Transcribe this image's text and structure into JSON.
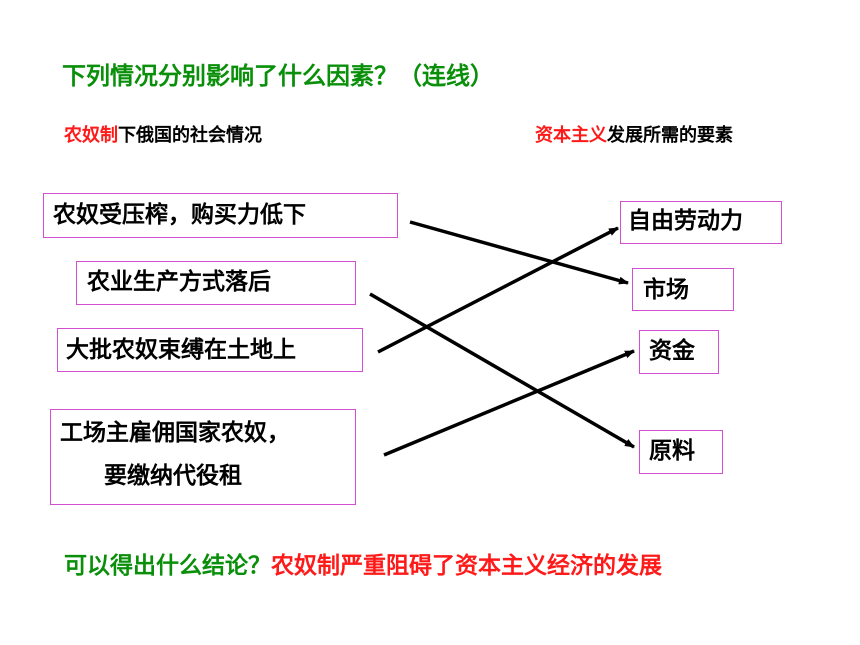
{
  "title": "下列情况分别影响了什么因素？（连线）",
  "left_header": {
    "highlight": "农奴制",
    "rest": "下俄国的社会情况"
  },
  "right_header": {
    "highlight": "资本主义",
    "rest": "发展所需的要素"
  },
  "left_items": [
    "农奴受压榨，购买力低下",
    "农业生产方式落后",
    "大批农奴束缚在土地上",
    "工场主雇佣国家农奴，",
    "要缴纳代役租"
  ],
  "right_items": [
    "自由劳动力",
    "市场",
    "资金",
    "原料"
  ],
  "conclusion": {
    "question": "可以得出什么结论？",
    "answer": "农奴制严重阻碍了资本主义经济的发展"
  },
  "colors": {
    "green": "#0a8f0a",
    "red": "#ff1a1a",
    "box_border": "#d24fd2",
    "line": "#000000"
  }
}
